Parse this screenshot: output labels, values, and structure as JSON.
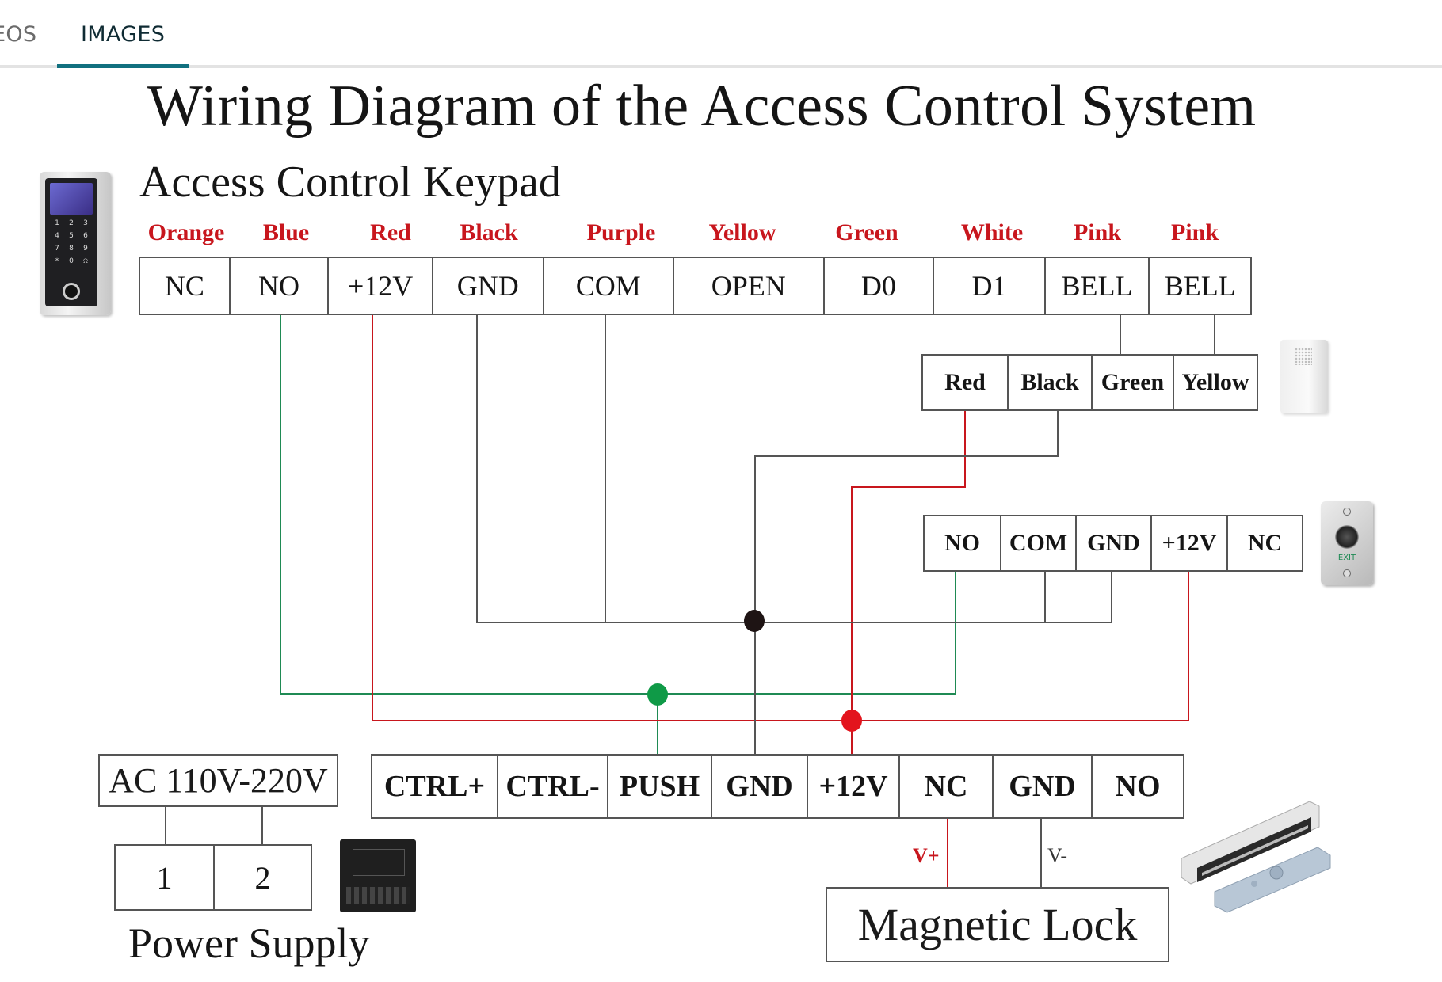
{
  "tabs": [
    {
      "label": "EOS",
      "active": false
    },
    {
      "label": "IMAGES",
      "active": true
    }
  ],
  "colors": {
    "accent": "#11707f",
    "label_red": "#c8161d",
    "wire_green": "#1f8a54",
    "wire_red": "#c8161d",
    "wire_black": "#555555",
    "dot_green": "#0f9a47",
    "dot_red": "#e3141d",
    "dot_black": "#1e1414"
  },
  "diagram": {
    "title": "Wiring Diagram of the Access Control System",
    "keypad": {
      "heading": "Access Control Keypad",
      "wire_colors": [
        "Orange",
        "Blue",
        "Red",
        "Black",
        "Purple",
        "Yellow",
        "Green",
        "White",
        "Pink",
        "Pink"
      ],
      "terminals": [
        "NC",
        "NO",
        "+12V",
        "GND",
        "COM",
        "OPEN",
        "D0",
        "D1",
        "BELL",
        "BELL"
      ],
      "keys": [
        "1",
        "2",
        "3",
        "4",
        "5",
        "6",
        "7",
        "8",
        "9",
        "*",
        "0",
        "🔔"
      ]
    },
    "doorbell": {
      "terminals": [
        "Red",
        "Black",
        "Green",
        "Yellow"
      ]
    },
    "exit_button": {
      "terminals": [
        "NO",
        "COM",
        "GND",
        "+12V",
        "NC"
      ],
      "button_text": "EXIT"
    },
    "controller": {
      "terminals": [
        "CTRL+",
        "CTRL-",
        "PUSH",
        "GND",
        "+12V",
        "NC",
        "GND",
        "NO"
      ]
    },
    "power_supply": {
      "input": "AC 110V-220V",
      "terminals": [
        "1",
        "2"
      ],
      "label": "Power Supply"
    },
    "magnetic_lock": {
      "label": "Magnetic Lock",
      "v_plus": "V+",
      "v_minus": "V-"
    },
    "connections": [
      {
        "from": "keypad.NO",
        "to": "exit_button.NO",
        "also": "controller.PUSH",
        "color": "green"
      },
      {
        "from": "keypad.+12V",
        "to": "exit_button.+12V",
        "also": [
          "controller.+12V",
          "doorbell.Red"
        ],
        "color": "red"
      },
      {
        "from": "keypad.GND",
        "to": "exit_button.GND",
        "also": [
          "keypad.COM",
          "exit_button.COM",
          "controller.GND",
          "doorbell.Black"
        ],
        "color": "black"
      },
      {
        "from": "keypad.BELL",
        "to": "doorbell.Green",
        "color": "black"
      },
      {
        "from": "keypad.BELL",
        "to": "doorbell.Yellow",
        "color": "black"
      },
      {
        "from": "controller.NC",
        "to": "magnetic_lock.V+",
        "color": "red"
      },
      {
        "from": "controller.GND",
        "to": "magnetic_lock.V-",
        "color": "black"
      }
    ]
  }
}
